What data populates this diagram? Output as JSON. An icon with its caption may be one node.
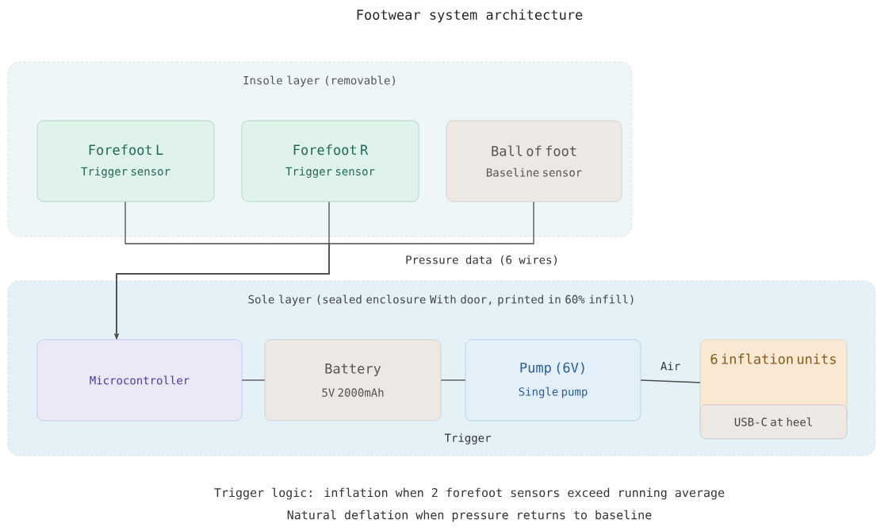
{
  "diagram": {
    "title": "Footwear system architecture",
    "nodes": [
      {
        "text": [
          "Insole layer (removable)"
        ]
      },
      {
        "text": [
          "Forefoot L",
          "Trigger sensor"
        ],
        "in": 0
      },
      {
        "text": [
          "Forefoot R",
          "Trigger sensor"
        ],
        "in": 0
      },
      {
        "text": [
          "Ball of foot",
          "Baseline sensor"
        ],
        "in": 0
      },
      {
        "text": [
          "Sole layer (sealed enclosure With door, printed in 60% infill)"
        ]
      },
      {
        "text": [
          "Microcontroller"
        ],
        "in": 4
      },
      {
        "text": [
          "Battery",
          "5V 2000mAh"
        ],
        "in": 4
      },
      {
        "text": [
          "Pump (6V)",
          "Single pump"
        ],
        "in": 4
      },
      {
        "text": [
          "6 inflation units"
        ],
        "in": 4
      },
      {
        "text": [
          "USB-C at heel"
        ],
        "in": 4
      }
    ],
    "edges": [
      {
        "from": 1,
        "to": 5,
        "arrow": "to"
      },
      {
        "from": 2,
        "to": 5,
        "arrow": "to"
      },
      {
        "from": 3,
        "to": 5,
        "arrow": "to"
      },
      {
        "from": 5,
        "to": 6,
        "arrow": "none"
      },
      {
        "from": 6,
        "to": 7,
        "arrow": "none"
      },
      {
        "from": 7,
        "to": 8,
        "arrow": "none",
        "label": "Air"
      }
    ],
    "labels": [
      "Pressure data (6 wires)",
      "Trigger",
      "Trigger logic: inflation when 2 forefoot sensors exceed running average",
      "Natural deflation when pressure returns to baseline"
    ]
  }
}
